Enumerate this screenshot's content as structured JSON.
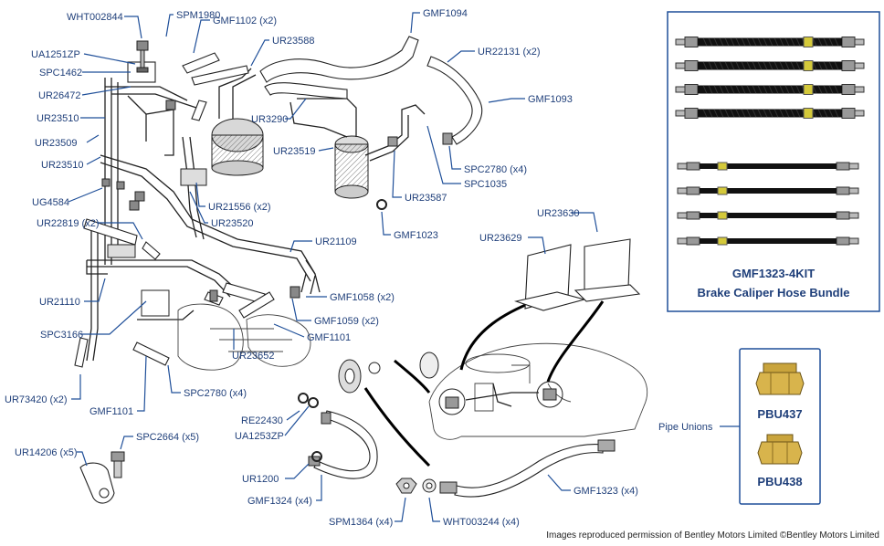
{
  "labels": {
    "WHT002844": "WHT002844",
    "SPM1980": "SPM1980",
    "GMF1102": "GMF1102 (x2)",
    "UR23588": "UR23588",
    "GMF1094": "GMF1094",
    "UA1251ZP": "UA1251ZP",
    "UR22131": "UR22131 (x2)",
    "SPC1462": "SPC1462",
    "UR26472": "UR26472",
    "GMF1093": "GMF1093",
    "UR23510a": "UR23510",
    "UR3290": "UR3290",
    "UR23509": "UR23509",
    "UR23519": "UR23519",
    "UR23510b": "UR23510",
    "SPC2780a": "SPC2780 (x4)",
    "SPC1035": "SPC1035",
    "UG4584": "UG4584",
    "UR23587": "UR23587",
    "UR21556": "UR21556 (x2)",
    "UR22819": "UR22819 (x2)",
    "UR23520": "UR23520",
    "UR23630": "UR23630",
    "GMF1023": "GMF1023",
    "UR23629": "UR23629",
    "UR21109": "UR21109",
    "UR21110": "UR21110",
    "GMF1058": "GMF1058 (x2)",
    "GMF1059": "GMF1059 (x2)",
    "SPC3166": "SPC3166",
    "GMF1101a": "GMF1101",
    "UR23652": "UR23652",
    "UR73420": "UR73420 (x2)",
    "SPC2780b": "SPC2780 (x4)",
    "GMF1101b": "GMF1101",
    "RE22430": "RE22430",
    "UA1253ZP": "UA1253ZP",
    "SPC2664": "SPC2664 (x5)",
    "UR14206": "UR14206 (x5)",
    "UR1200": "UR1200",
    "GMF1324": "GMF1324 (x4)",
    "GMF1323": "GMF1323 (x4)",
    "SPM1364": "SPM1364 (x4)",
    "WHT003244": "WHT003244 (x4)"
  },
  "kit": {
    "part": "GMF1323-4KIT",
    "name": "Brake Caliper Hose Bundle",
    "band_color": "#d4c93a"
  },
  "unions": {
    "heading": "Pipe Unions",
    "part1": "PBU437",
    "part2": "PBU438",
    "brass": "#c9a43c"
  },
  "credit": "Images reproduced permission of Bentley Motors Limited ©Bentley Motors Limited",
  "colors": {
    "label": "#1f3f7a",
    "leader": "#1f4f99",
    "box_border": "#1f4f99"
  }
}
